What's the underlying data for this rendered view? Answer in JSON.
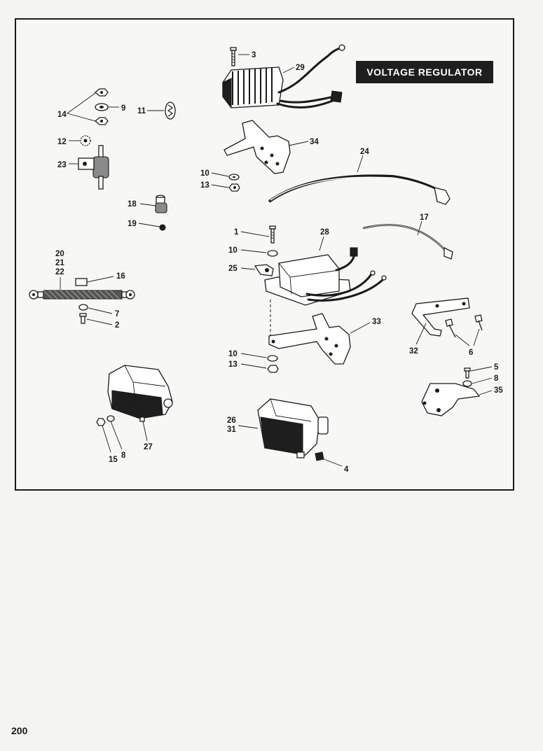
{
  "title": "VOLTAGE REGULATOR",
  "page_number": "200",
  "callouts": {
    "c1": "1",
    "c2": "2",
    "c3": "3",
    "c4": "4",
    "c5": "5",
    "c6": "6",
    "c7": "7",
    "c8a": "8",
    "c8b": "8",
    "c9": "9",
    "c10a": "10",
    "c10b": "10",
    "c10c": "10",
    "c11": "11",
    "c12": "12",
    "c13a": "13",
    "c13b": "13",
    "c14": "14",
    "c15": "15",
    "c16": "16",
    "c17": "17",
    "c18": "18",
    "c19": "19",
    "c20": "20",
    "c21": "21",
    "c22": "22",
    "c23": "23",
    "c24": "24",
    "c25": "25",
    "c26": "26",
    "c27": "27",
    "c28": "28",
    "c29": "29",
    "c31": "31",
    "c32": "32",
    "c33": "33",
    "c34": "34",
    "c35": "35"
  }
}
